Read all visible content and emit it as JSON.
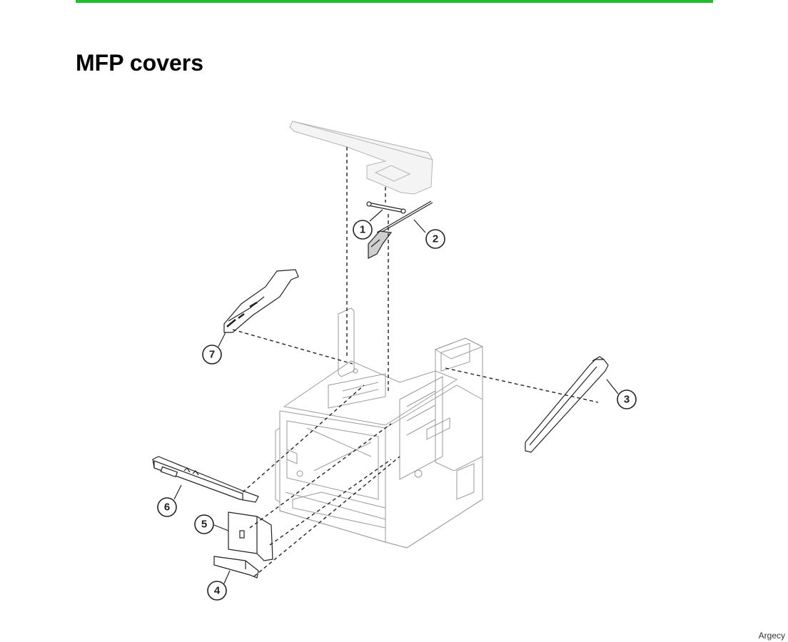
{
  "page": {
    "title": "MFP covers",
    "footer": "Argecy",
    "accent_color": "#1fbf2c"
  },
  "callouts": [
    {
      "number": "1"
    },
    {
      "number": "2"
    },
    {
      "number": "3"
    },
    {
      "number": "4"
    },
    {
      "number": "5"
    },
    {
      "number": "6"
    },
    {
      "number": "7"
    }
  ]
}
